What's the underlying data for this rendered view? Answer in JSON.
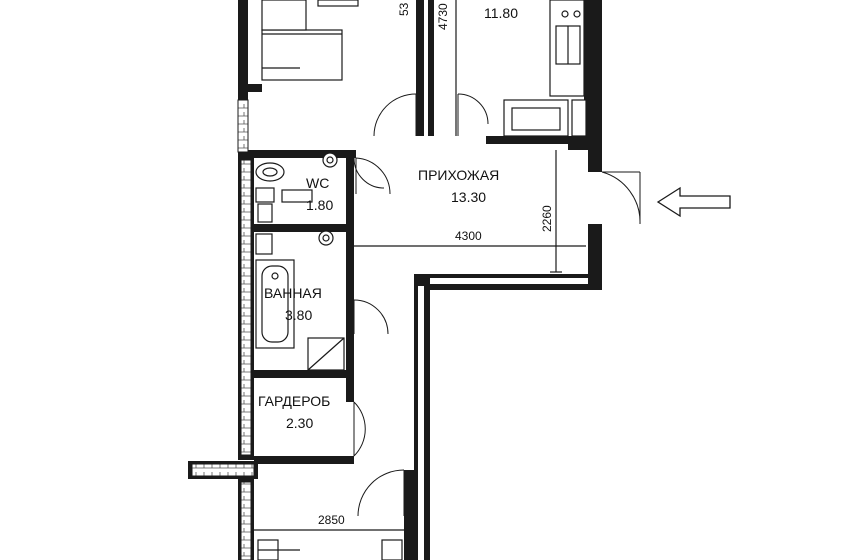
{
  "rooms": {
    "top_right_area": "11.80",
    "hallway": {
      "name": "ПРИХОЖАЯ",
      "area": "13.30"
    },
    "wc": {
      "name": "WC",
      "area": "1.80"
    },
    "bathroom": {
      "name": "ВАННАЯ",
      "area": "3.80"
    },
    "wardrobe": {
      "name": "ГАРДЕРОБ",
      "area": "2.30"
    }
  },
  "dimensions": {
    "hall_width": "4300",
    "hall_depth": "2260",
    "top_partial_left": "53",
    "top_corridor": "4730",
    "bottom_width": "2850"
  },
  "icons": {
    "entrance": "arrow-left-icon"
  }
}
